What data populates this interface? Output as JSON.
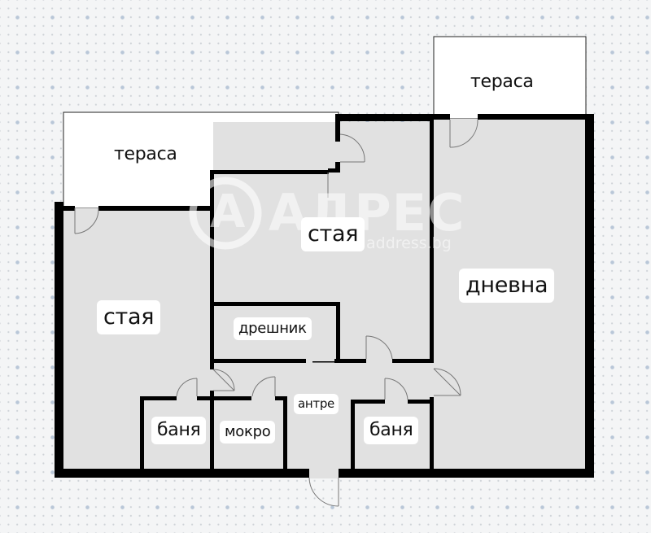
{
  "floorplan": {
    "background_color": "#f4f5f6",
    "room_fill": "#e1e1e1",
    "wall_color": "#000000",
    "terrace_fill": "#ffffff",
    "rooms": {
      "terrace_left": "тераса",
      "terrace_right": "тераса",
      "room_left": "стая",
      "room_center": "стая",
      "living_room": "дневна",
      "closet": "дрешник",
      "hallway": "антре",
      "bathroom_left": "баня",
      "wc_wet": "мокро",
      "bathroom_right": "баня"
    },
    "watermark": {
      "logo_letter": "A",
      "brand": "АДРЕС",
      "url": "address.bg"
    }
  }
}
